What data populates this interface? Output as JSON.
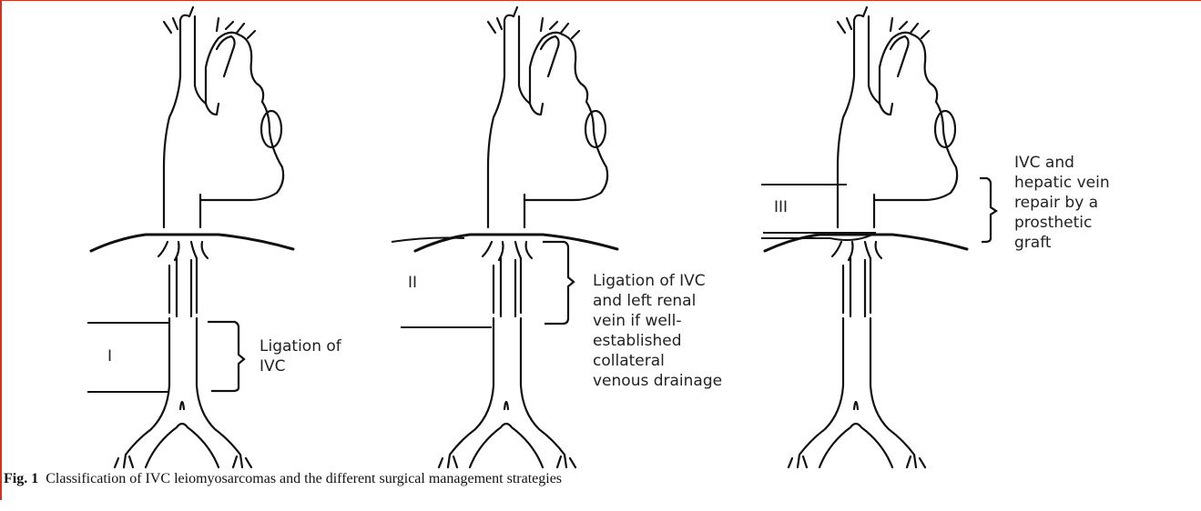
{
  "panels": [
    {
      "roman": "I",
      "annotation": [
        "Ligation of",
        "IVC"
      ]
    },
    {
      "roman": "II",
      "annotation": [
        "Ligation of IVC",
        "and left renal",
        "vein if well-",
        "established",
        "collateral",
        "venous drainage"
      ]
    },
    {
      "roman": "III",
      "annotation": [
        "IVC and",
        "hepatic vein",
        "repair by a",
        "prosthetic",
        "graft"
      ]
    }
  ],
  "caption": {
    "label": "Fig. 1",
    "text": "Classification of IVC leiomyosarcomas and the different surgical management strategies"
  }
}
